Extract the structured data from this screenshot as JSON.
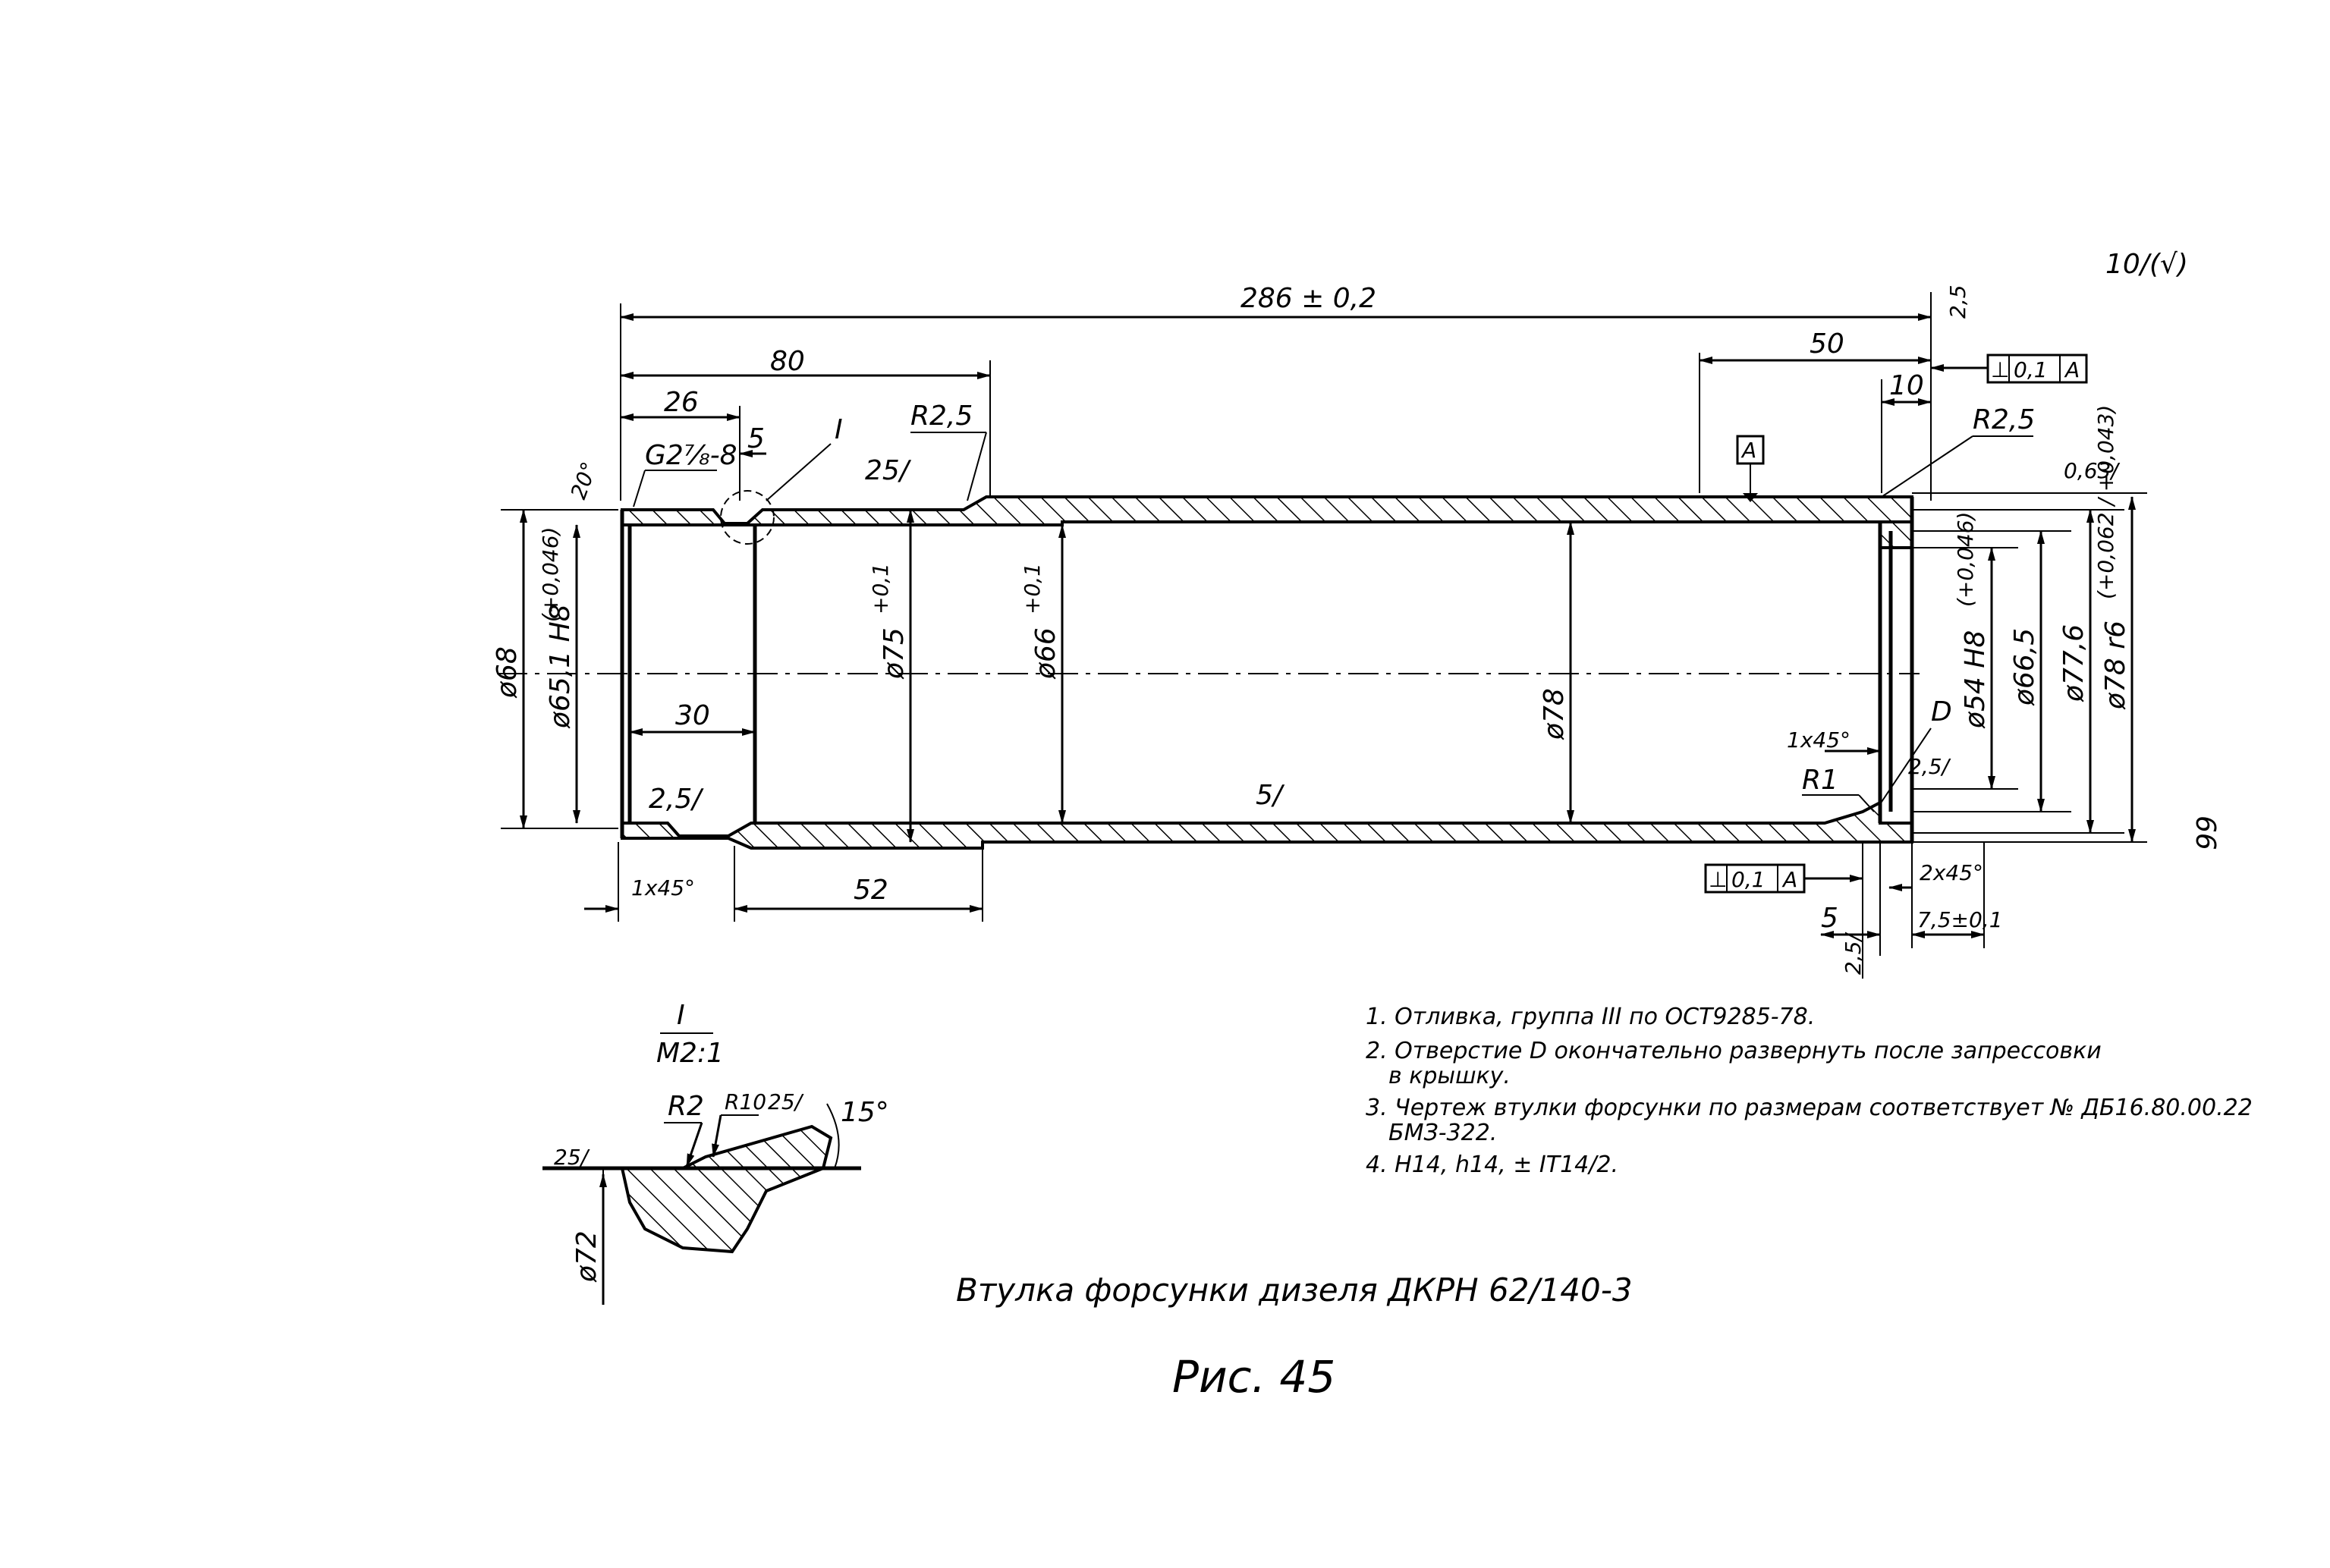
{
  "sheet": {
    "roughness_general": "10/(√)",
    "page_number": "66"
  },
  "dims": {
    "overall_length": "286 ± 0,2",
    "len_80": "80",
    "len_26": "26",
    "len_5_top": "5",
    "thread": "G2⅞-8",
    "detail_ref": "I",
    "r25_left": "R2,5",
    "rough_25_left": "25/",
    "chamfer_20": "20°",
    "len_50": "50",
    "len_10": "10",
    "datum_a": "A",
    "r25_right": "R2,5",
    "rough_063": "0,63/",
    "rough_25_top": "2,5",
    "fcf_top": [
      "⊥",
      "0,1",
      "A"
    ],
    "fcf_bottom": [
      "⊥",
      "0,1",
      "A"
    ],
    "d68": "ø68",
    "d651": "ø65,1 H8",
    "d651_tol": "(+0,046)",
    "d75": "ø75",
    "d75_tol": "+0,1",
    "d66": "ø66",
    "d66_tol": "+0,1",
    "d78": "ø78",
    "d54": "ø54 H8",
    "d54_tol": "(+0,046)",
    "d665": "ø66,5",
    "d776": "ø77,6",
    "d78r6": "ø78 r6",
    "d78r6_tol": "(+0,062 / +0,043)",
    "len_30": "30",
    "rough_25_in": "2,5/",
    "rough_5_mid": "5/",
    "chamfer_1x45_left": "1x45°",
    "len_52": "52",
    "chamfer_1x45_right": "1x45°",
    "hole_d": "D",
    "r1": "R1",
    "rough_25_d": "2,5/",
    "chamfer_2x45": "2x45°",
    "len_75": "7,5±0,1",
    "len_5_bottom": "5",
    "rough_25_bottom": "2,5/"
  },
  "detail": {
    "label": "I",
    "scale": "M2:1",
    "r2": "R2",
    "r10": "R10",
    "rough_25a": "25/",
    "angle": "15°",
    "rough_25b": "25/",
    "d72": "ø72"
  },
  "notes": [
    "1. Отливка, группа III по ОСТ9285-78.",
    "2. Отверстие D окончательно развернуть после запрессовки",
    "в крышку.",
    "3. Чертеж втулки форсунки по размерам соответствует № ДБ16.80.00.22",
    "БМЗ-322.",
    "4. H14, h14, ± IT14/2."
  ],
  "caption": "Втулка форсунки дизеля ДКРН 62/140-3",
  "figure_label": "Рис. 45"
}
